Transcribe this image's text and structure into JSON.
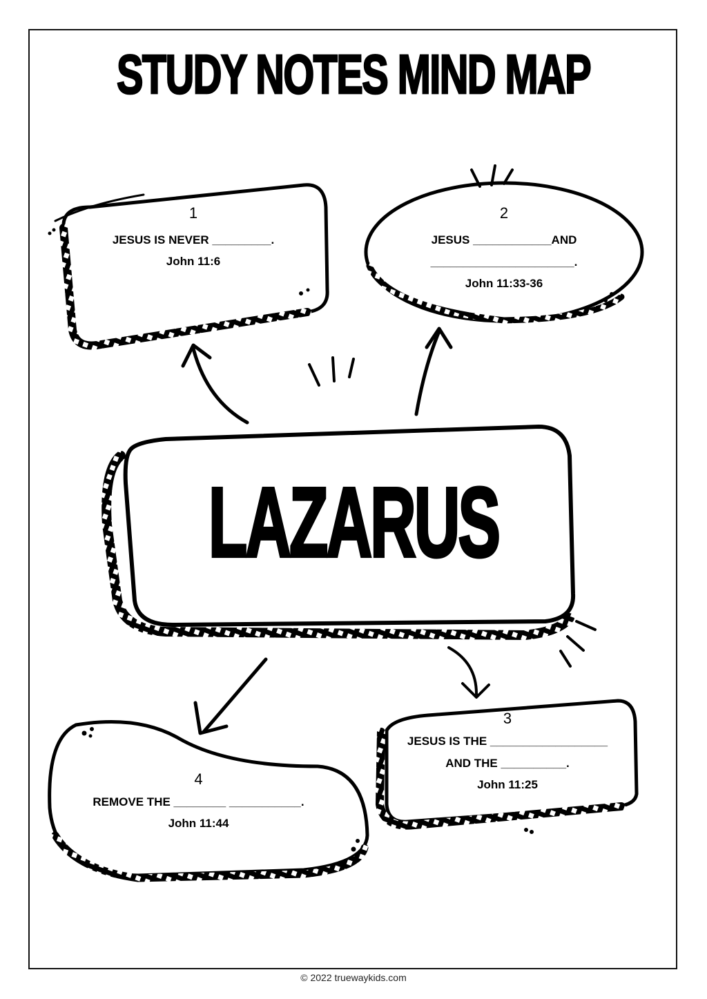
{
  "page": {
    "title": "STUDY NOTES MIND MAP",
    "center_topic": "LAZARUS",
    "footer": "© 2022 truewaykids.com"
  },
  "boxes": [
    {
      "number": "1",
      "lines": [
        "JESUS IS NEVER _________."
      ],
      "reference": "John 11:6"
    },
    {
      "number": "2",
      "lines": [
        "JESUS ____________AND",
        "______________________."
      ],
      "reference": "John 11:33-36"
    },
    {
      "number": "3",
      "lines": [
        "JESUS IS THE __________________",
        "AND THE __________."
      ],
      "reference": "John 11:25"
    },
    {
      "number": "4",
      "lines": [
        "REMOVE THE ________ ___________."
      ],
      "reference": "John 11:44"
    }
  ],
  "colors": {
    "ink": "#000000",
    "paper": "#ffffff",
    "frame": "#111111"
  }
}
